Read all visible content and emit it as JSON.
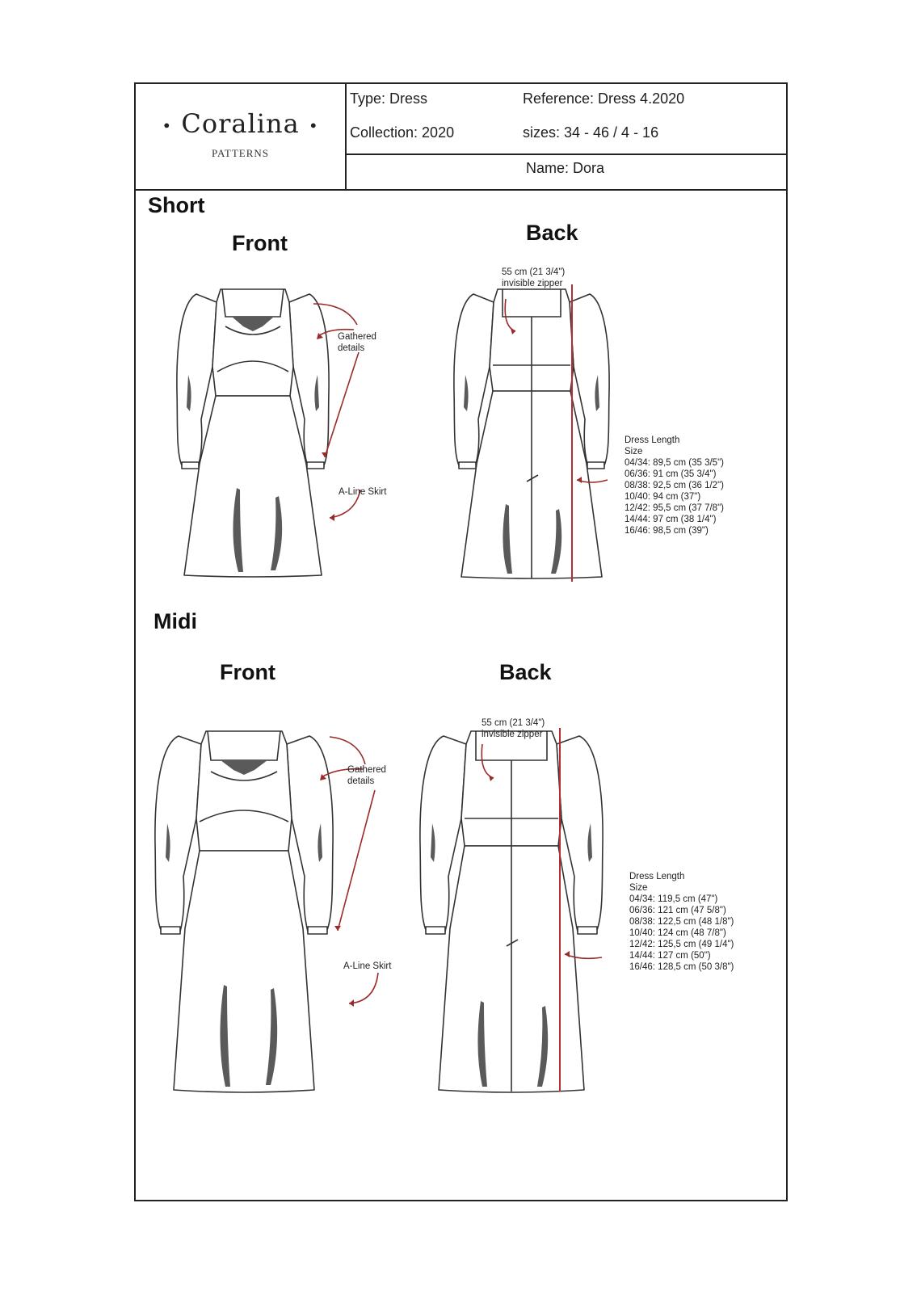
{
  "brand": {
    "name": "Coralina",
    "dot_left": "•",
    "dot_right": "•",
    "subtitle": "PATTERNS"
  },
  "info": {
    "type": "Type: Dress",
    "reference": "Reference: Dress 4.2020",
    "collection": "Collection: 2020",
    "sizes": "sizes: 34 - 46 / 4 - 16",
    "name": "Name: Dora"
  },
  "short": {
    "label": "Short",
    "front_label": "Front",
    "back_label": "Back",
    "zipper_note": [
      "55 cm (21 3/4\")",
      "invisible zipper"
    ],
    "gathered_note": [
      "Gathered",
      "details"
    ],
    "skirt_note": "A-Line Skirt",
    "length_title": [
      "Dress Length",
      "Size"
    ],
    "lengths": [
      "04/34: 89,5 cm (35 3/5\")",
      "06/36: 91 cm (35 3/4\")",
      "08/38: 92,5 cm (36 1/2\")",
      "10/40: 94 cm (37\")",
      "12/42: 95,5 cm (37 7/8\")",
      "14/44: 97 cm (38 1/4\")",
      "16/46: 98,5 cm (39\")"
    ]
  },
  "midi": {
    "label": "Midi",
    "front_label": "Front",
    "back_label": "Back",
    "zipper_note": [
      "55 cm (21 3/4\")",
      "invisible zipper"
    ],
    "gathered_note": [
      "Gathered",
      "details"
    ],
    "skirt_note": "A-Line Skirt",
    "length_title": [
      "Dress Length",
      "Size"
    ],
    "lengths": [
      "04/34: 119,5 cm (47\")",
      "06/36: 121 cm (47 5/8\")",
      "08/38: 122,5 cm (48 1/8\")",
      "10/40: 124 cm (48 7/8\")",
      "12/42: 125,5 cm (49 1/4\")",
      "14/44: 127 cm (50\")",
      "16/46: 128,5 cm (50 3/8\")"
    ]
  },
  "colors": {
    "border": "#222222",
    "accent_arrow": "#9b2a2a",
    "shade": "#5a5a5a"
  },
  "icons": [
    "dress-front-short-drawing",
    "dress-back-short-drawing",
    "dress-front-midi-drawing",
    "dress-back-midi-drawing"
  ]
}
